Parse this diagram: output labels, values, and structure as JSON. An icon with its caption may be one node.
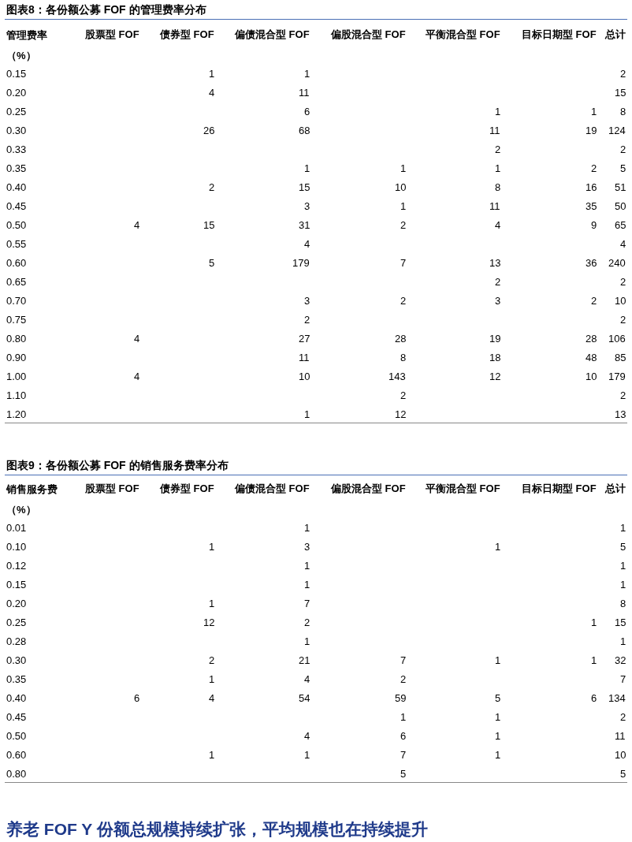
{
  "diagram": {
    "labels": [
      "图表8：各份额公募 FOF 的管理费率分布",
      "管理费率（%）",
      "股票型 FOF",
      "债券型 FOF",
      "偏债混合型 FOF",
      "偏股混合型 FOF",
      "平衡混合型 FOF",
      "目标日期型 FOF",
      "总计",
      "0.15",
      "1",
      "1",
      "2",
      "0.20",
      "4",
      "11",
      "15",
      "0.25",
      "6",
      "1",
      "1",
      "8",
      "0.30",
      "26",
      "68",
      "11",
      "19",
      "124",
      "0.33",
      "2",
      "2",
      "0.35",
      "1",
      "1",
      "1",
      "2",
      "5",
      "0.40",
      "2",
      "15",
      "10",
      "8",
      "16",
      "51",
      "0.45",
      "3",
      "1",
      "11",
      "35",
      "50",
      "0.50",
      "4",
      "15",
      "31",
      "2",
      "4",
      "9",
      "65",
      "0.55",
      "4",
      "4",
      "0.60",
      "5",
      "179",
      "7",
      "13",
      "36",
      "240",
      "0.65",
      "2",
      "2",
      "0.70",
      "3",
      "2",
      "3",
      "2",
      "10",
      "0.75",
      "2",
      "2",
      "0.80",
      "4",
      "27",
      "28",
      "19",
      "28",
      "106",
      "0.90",
      "11",
      "8",
      "18",
      "48",
      "85",
      "1.00",
      "4",
      "10",
      "143",
      "12",
      "10",
      "179",
      "1.10",
      "2",
      "2",
      "1.20",
      "1",
      "12",
      "13",
      "图表9：各份额公募 FOF 的销售服务费率分布",
      "销售服务费（%）",
      "股票型 FOF",
      "债券型 FOF",
      "偏债混合型 FOF",
      "偏股混合型 FOF",
      "平衡混合型 FOF",
      "目标日期型 FOF",
      "总计",
      "0.01",
      "1",
      "1",
      "0.10",
      "1",
      "3",
      "1",
      "5",
      "0.12",
      "1",
      "1",
      "0.15",
      "1",
      "1",
      "0.20",
      "1",
      "7",
      "8",
      "0.25",
      "12",
      "2",
      "1",
      "15",
      "0.28",
      "1",
      "1",
      "0.30",
      "2",
      "21",
      "7",
      "1",
      "1",
      "32",
      "0.35",
      "1",
      "4",
      "2",
      "7",
      "0.40",
      "6",
      "4",
      "54",
      "59",
      "5",
      "6",
      "134",
      "0.45",
      "1",
      "1",
      "2",
      "0.50",
      "4",
      "6",
      "1",
      "11",
      "0.60",
      "1",
      "1",
      "7",
      "1",
      "10",
      "0.80",
      "5",
      "5",
      "养老 FOF Y 份额总规模持续扩张，平均规模也在持续提升"
    ]
  }
}
